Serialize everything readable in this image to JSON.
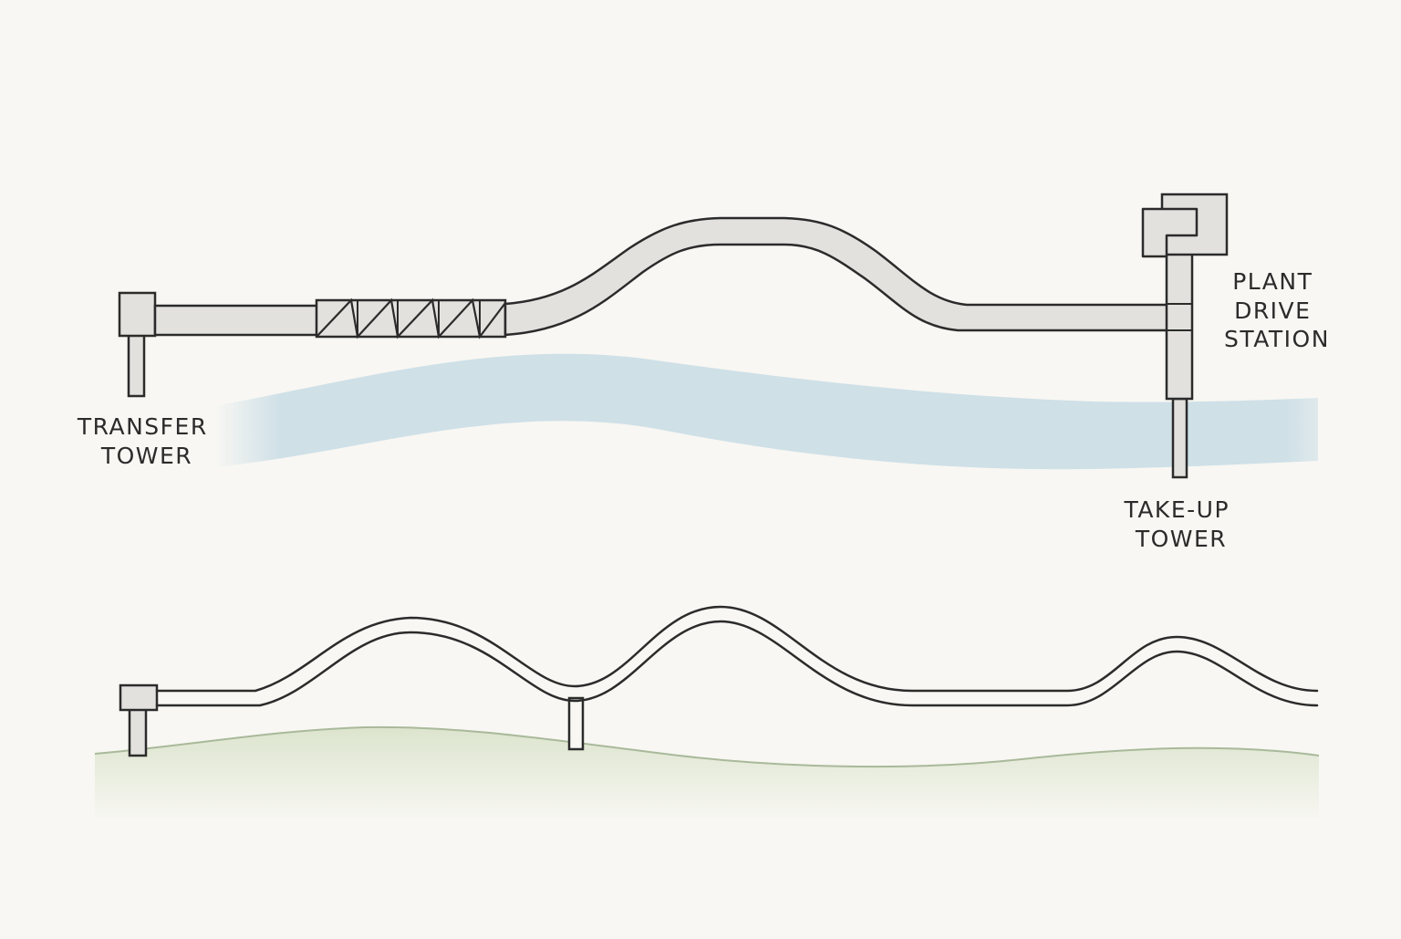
{
  "labels": {
    "transfer_tower": [
      "TRANSFER",
      "TOWER"
    ],
    "plant_drive_station": [
      "PLANT",
      "DRIVE",
      "STATION"
    ],
    "take_up_tower": [
      "TAKE-UP",
      "TOWER"
    ]
  },
  "colors": {
    "background": "#f8f7f3",
    "conveyor_fill": "#e2e1de",
    "outline": "#2b2b2b",
    "river": "#cfe0e7",
    "ground": "#dde5cf",
    "ground_line": "#a9b99a"
  },
  "diagram": {
    "upper": {
      "components": [
        "transfer-tower",
        "conveyor",
        "truss-bridge",
        "plant-drive-station",
        "take-up-tower",
        "river"
      ]
    },
    "lower": {
      "components": [
        "head-tower",
        "undulating-conveyor",
        "support-leg",
        "ground"
      ]
    }
  }
}
